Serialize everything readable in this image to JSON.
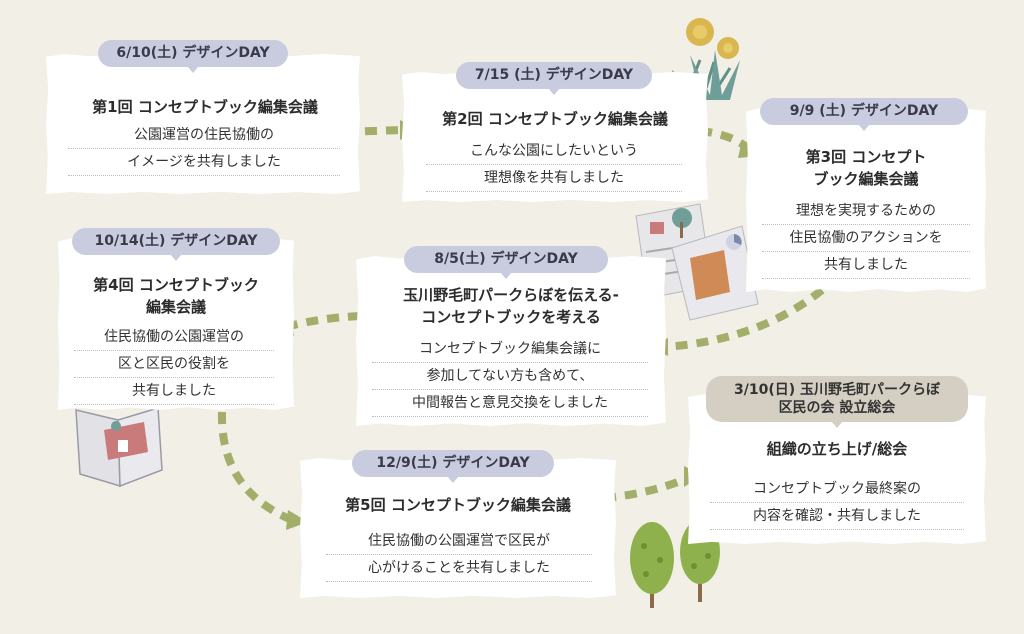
{
  "meetings": [
    {
      "date": "6/10(土) デザインDAY",
      "title": [
        "第1回 コンセプトブック編集会議"
      ],
      "desc": [
        "公園運営の住民協働の",
        "イメージを共有しました"
      ]
    },
    {
      "date": "7/15 (土) デザインDAY",
      "title": [
        "第2回 コンセプトブック編集会議"
      ],
      "desc": [
        "こんな公園にしたいという",
        "理想像を共有しました"
      ]
    },
    {
      "date": "9/9 (土) デザインDAY",
      "title": [
        "第3回 コンセプト",
        "ブック編集会議"
      ],
      "desc": [
        "理想を実現するための",
        "住民協働のアクションを",
        "共有しました"
      ]
    },
    {
      "date": "10/14(土) デザインDAY",
      "title": [
        "第4回 コンセプトブック",
        "編集会議"
      ],
      "desc": [
        "住民協働の公園運営の",
        "区と区民の役割を",
        "共有しました"
      ]
    },
    {
      "date": "8/5(土) デザインDAY",
      "title": [
        "玉川野毛町パークらぼを伝える-",
        "コンセプトブックを考える"
      ],
      "desc": [
        "コンセプトブック編集会議に",
        "参加してない方も含めて、",
        "中間報告と意見交換をしました"
      ]
    },
    {
      "date": "12/9(土) デザインDAY",
      "title": [
        "第5回 コンセプトブック編集会議"
      ],
      "desc": [
        "住民協働の公園運営で区民が",
        "心がけることを共有しました"
      ]
    },
    {
      "date": "3/10(日) 玉川野毛町パークらぼ",
      "date2": "区民の会 設立総会",
      "title": [
        "組織の立ち上げ/総会"
      ],
      "desc": [
        "コンセプトブック最終案の",
        "内容を確認・共有しました"
      ]
    }
  ],
  "colors": {
    "background": "#f1efe6",
    "pill": "#c9ccdf",
    "pill_final": "#d4cfc2",
    "arrow": "#a3ae6a",
    "card": "#ffffff"
  },
  "icons": [
    "dandelion-icon",
    "document-illustration-icon",
    "open-book-icon",
    "tree-icon"
  ]
}
